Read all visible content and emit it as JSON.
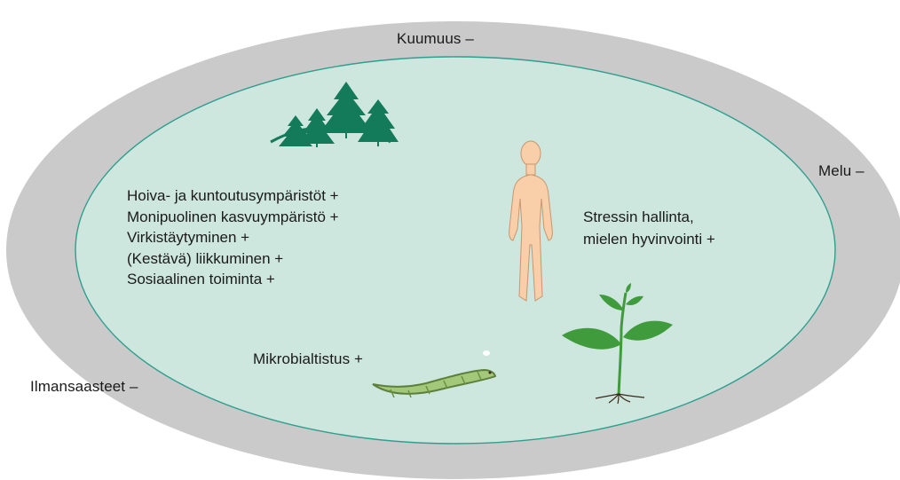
{
  "outer_labels": {
    "top": "Kuumuus –",
    "right": "Melu –",
    "left": "Ilmansaasteet –"
  },
  "benefits": [
    "Hoiva- ja kuntoutusympäristöt +",
    "Monipuolinen kasvuympäristö +",
    "Virkistäytyminen +",
    "(Kestävä) liikkuminen +",
    "Sosiaalinen toiminta +"
  ],
  "stress": {
    "line1": "Stressin hallinta,",
    "line2": "mielen hyvinvointi +"
  },
  "microbe_label": "Mikrobialtistus +",
  "colors": {
    "outer_ellipse": "#cacaca",
    "inner_ellipse": "#cde7de",
    "inner_stroke": "#2f9e8d",
    "trees": "#137a5a",
    "human": "#f8cfa8",
    "plant": "#3f9b3c",
    "caterpillar": "#a3c87a"
  },
  "icons": [
    "forest-icon",
    "human-figure-icon",
    "plant-icon",
    "caterpillar-icon"
  ]
}
